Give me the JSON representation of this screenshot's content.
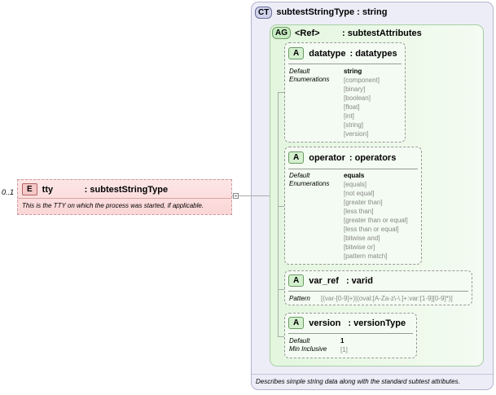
{
  "element": {
    "badge": "E",
    "name": "tty",
    "type": ": subtestStringType",
    "multiplicity": "0..1",
    "description": "This is the TTY on which the process was started, if applicable."
  },
  "complex_type": {
    "badge": "CT",
    "title": "subtestStringType : string",
    "description": "Describes simple string data along with the standard subtest attributes."
  },
  "attribute_group": {
    "badge": "AG",
    "ref": "<Ref>",
    "name": ": subtestAttributes"
  },
  "attributes": {
    "datatype": {
      "badge": "A",
      "title": "datatype",
      "type": ": datatypes",
      "default_label": "Default",
      "default_value": "string",
      "enum_label": "Enumerations",
      "enums": [
        "[component]",
        "[binary]",
        "[boolean]",
        "[float]",
        "[int]",
        "[string]",
        "[version]"
      ]
    },
    "operator": {
      "badge": "A",
      "title": "operator",
      "type": ": operators",
      "default_label": "Default",
      "default_value": "equals",
      "enum_label": "Enumerations",
      "enums": [
        "[equals]",
        "[not equal]",
        "[greater than]",
        "[less than]",
        "[greater than or equal]",
        "[less than or equal]",
        "[bitwise and]",
        "[bitwise or]",
        "[pattern match]"
      ]
    },
    "var_ref": {
      "badge": "A",
      "title": "var_ref",
      "type": ": varid",
      "pattern_label": "Pattern",
      "pattern_value": "[(var-[0-9]+)|(oval:[A-Za-z\\-\\.]+:var:[1-9][0-9]*)]"
    },
    "version": {
      "badge": "A",
      "title": "version",
      "type": ": versionType",
      "default_label": "Default",
      "default_value": "1",
      "min_label": "Min Inclusive",
      "min_value": "[1]"
    }
  }
}
